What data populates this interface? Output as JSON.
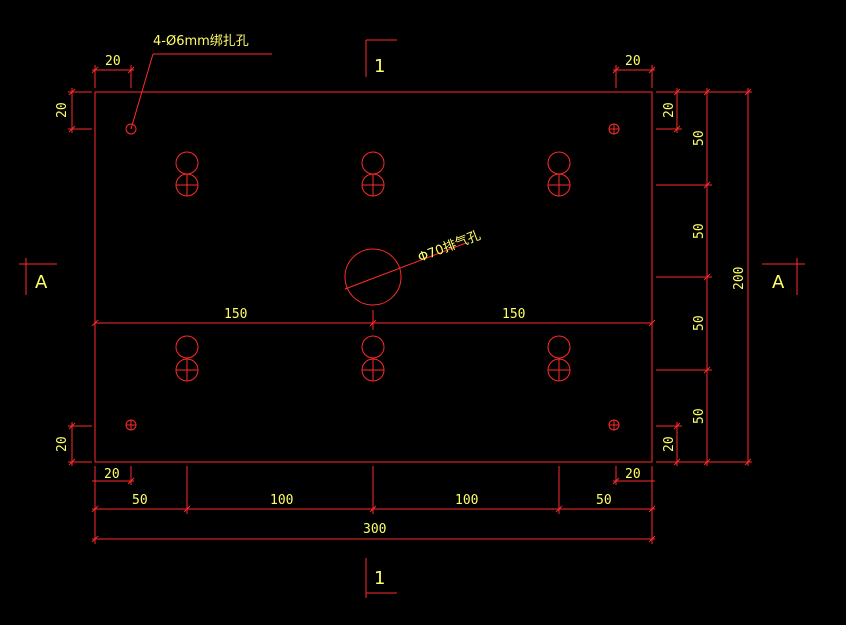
{
  "dims": {
    "top_left_20": "20",
    "top_right_20": "20",
    "left_top_20": "20",
    "left_bottom_20": "20",
    "right_top_20": "20",
    "right_bottom_20": "20",
    "bottom_left_20": "20",
    "bottom_right_20": "20",
    "mid_left_150": "150",
    "mid_right_150": "150",
    "bottom_50_left": "50",
    "bottom_100_left": "100",
    "bottom_100_right": "100",
    "bottom_50_right": "50",
    "total_300": "300",
    "right_50_1": "50",
    "right_50_2": "50",
    "right_50_3": "50",
    "right_50_4": "50",
    "total_200": "200"
  },
  "notes": {
    "bolt_holes": "4-Ø6mm绑扎孔",
    "vent_hole": "Φ70排气孔"
  },
  "sections": {
    "top_marker": "1",
    "bottom_marker": "1",
    "left_marker": "A",
    "right_marker": "A"
  },
  "colors": {
    "line": "#ff2a2a",
    "text": "#ffff66",
    "background": "#000000"
  }
}
